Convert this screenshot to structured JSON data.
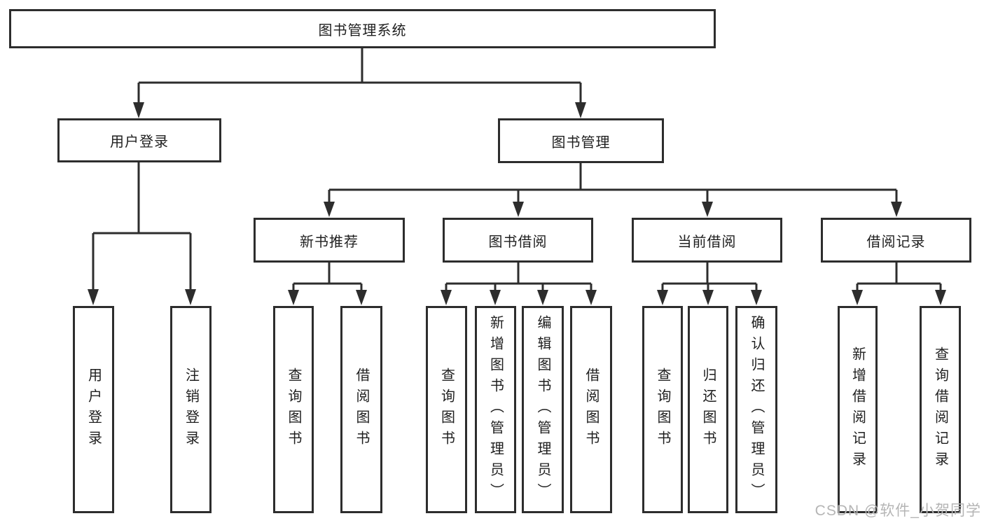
{
  "diagram": {
    "root": {
      "label": "图书管理系统"
    },
    "user_login": {
      "label": "用户登录",
      "children": [
        {
          "label": "用户登录"
        },
        {
          "label": "注销登录"
        }
      ]
    },
    "book_mgmt": {
      "label": "图书管理"
    },
    "modules": [
      {
        "label": "新书推荐",
        "children": [
          {
            "label": "查询图书"
          },
          {
            "label": "借阅图书"
          }
        ]
      },
      {
        "label": "图书借阅",
        "children": [
          {
            "label": "查询图书"
          },
          {
            "label": "新增图书（管理员）"
          },
          {
            "label": "编辑图书（管理员）"
          },
          {
            "label": "借阅图书"
          }
        ]
      },
      {
        "label": "当前借阅",
        "children": [
          {
            "label": "查询图书"
          },
          {
            "label": "归还图书"
          },
          {
            "label": "确认归还（管理员）"
          }
        ]
      },
      {
        "label": "借阅记录",
        "children": [
          {
            "label": "新增借阅记录"
          },
          {
            "label": "查询借阅记录"
          }
        ]
      }
    ]
  },
  "watermark": {
    "text": "CSDN @软件_小贺同学"
  },
  "colors": {
    "line": "#2d2d2d",
    "text": "#1f1f1f",
    "watermark": "#b5b5b5",
    "background": "#ffffff"
  }
}
